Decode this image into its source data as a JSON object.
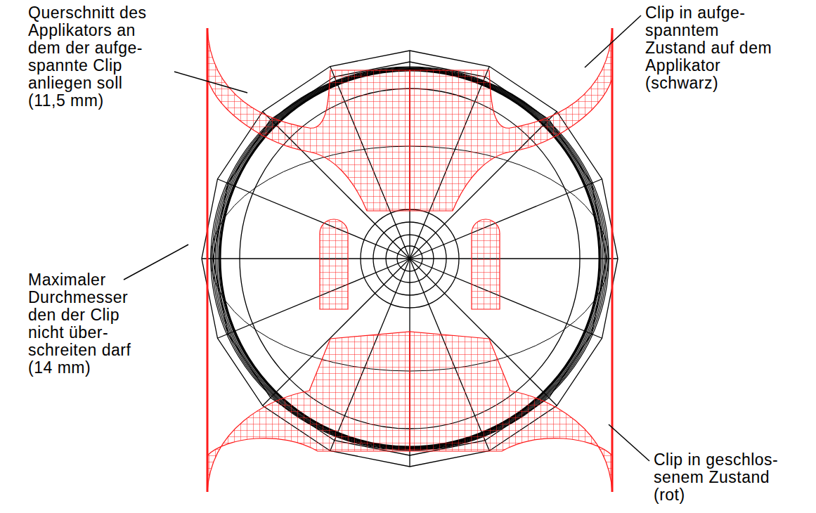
{
  "diagram": {
    "labels": [
      "Querschnitt des Applikators an dem der aufge- spannte Clip anliegen soll (11,5 mm)",
      "Clip in aufge- spanntem Zustand auf dem Applikator (schwarz)",
      "Maximaler Durchmesser den der Clip nicht über- schreiten darf (14 mm)",
      "Clip in geschlos- senem Zustand (rot)"
    ]
  }
}
